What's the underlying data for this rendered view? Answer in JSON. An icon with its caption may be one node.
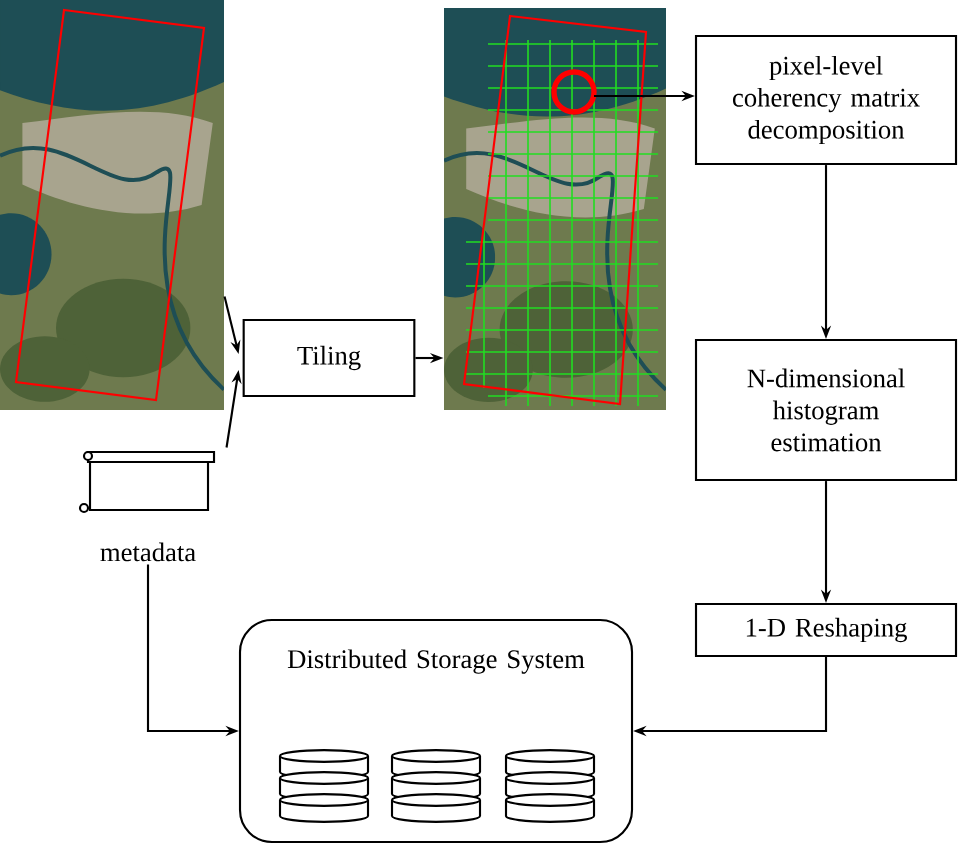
{
  "diagram": {
    "nodes": [
      {
        "text": [],
        "shape": "picture"
      },
      {
        "text": [
          "Tiling"
        ]
      },
      {
        "text": [
          "metadata"
        ]
      },
      {
        "text": [],
        "shape": "picture"
      },
      {
        "text": [
          "pixel-level coherency matrix decomposition"
        ]
      },
      {
        "text": [
          "N-dimensional histogram estimation"
        ]
      },
      {
        "text": [
          "1-D Reshaping"
        ]
      },
      {
        "text": [
          "Distributed Storage System"
        ]
      }
    ],
    "edges": [
      {
        "from": 0,
        "to": 1,
        "arrow": "to"
      },
      {
        "from": 2,
        "to": 1,
        "arrow": "to"
      },
      {
        "from": 1,
        "to": 3,
        "arrow": "to"
      },
      {
        "from": 3,
        "to": 4,
        "arrow": "to"
      },
      {
        "from": 4,
        "to": 5,
        "arrow": "to"
      },
      {
        "from": 5,
        "to": 6,
        "arrow": "to"
      },
      {
        "from": 6,
        "to": 7,
        "arrow": "to"
      },
      {
        "from": 2,
        "to": 7,
        "arrow": "to"
      }
    ]
  }
}
